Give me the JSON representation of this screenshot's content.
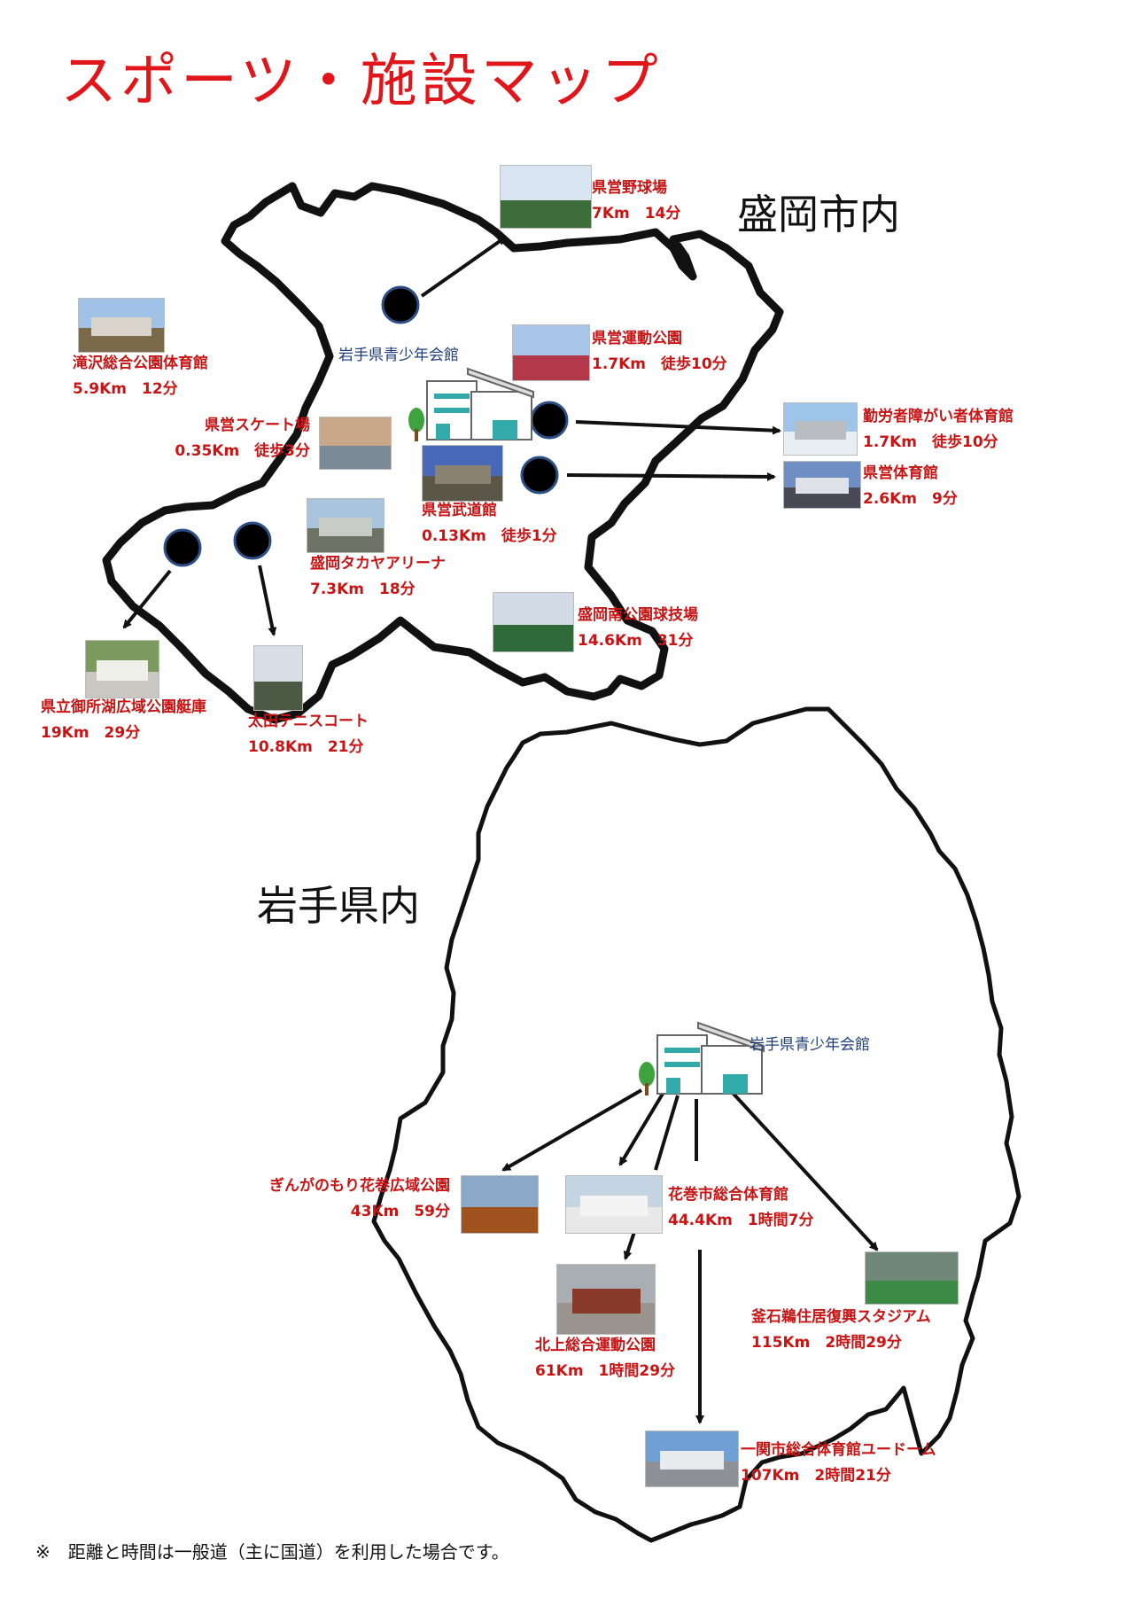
{
  "title": "スポーツ・施設マップ",
  "regions": {
    "morioka": "盛岡市内",
    "iwate": "岩手県内"
  },
  "headquarters": {
    "morioka_label": "岩手県青少年会館",
    "iwate_label": "岩手県青少年会館"
  },
  "colors": {
    "title": "#e0161b",
    "label": "#c81414",
    "hq_label": "#1c3d7a",
    "outline": "#111111"
  },
  "morioka_facilities": [
    {
      "name": "県営野球場",
      "info": "7Km　14分"
    },
    {
      "name": "県営運動公園",
      "info": "1.7Km　徒歩10分"
    },
    {
      "name": "滝沢総合公園体育館",
      "info": "5.9Km　12分"
    },
    {
      "name": "県営スケート場",
      "info": "0.35Km　徒歩3分"
    },
    {
      "name": "勤労者障がい者体育館",
      "info": "1.7Km　徒歩10分"
    },
    {
      "name": "県営体育館",
      "info": "2.6Km　9分"
    },
    {
      "name": "県営武道館",
      "info": "0.13Km　徒歩1分"
    },
    {
      "name": "盛岡タカヤアリーナ",
      "info": "7.3Km　18分"
    },
    {
      "name": "盛岡南公園球技場",
      "info": "14.6Km　31分"
    },
    {
      "name": "県立御所湖広域公園艇庫",
      "info": "19Km　29分"
    },
    {
      "name": "太田テニスコート",
      "info": "10.8Km　21分"
    }
  ],
  "iwate_facilities": [
    {
      "name": "ぎんがのもり花巻広域公園",
      "info": "43Km　59分"
    },
    {
      "name": "花巻市総合体育館",
      "info": "44.4Km　1時間7分"
    },
    {
      "name": "釜石鵜住居復興スタジアム",
      "info": "115Km　2時間29分"
    },
    {
      "name": "北上総合運動公園",
      "info": "61Km　1時間29分"
    },
    {
      "name": "一関市総合体育館ユードーム",
      "info": "107Km　2時間21分"
    }
  ],
  "note": "※　距離と時間は一般道（主に国道）を利用した場合です。"
}
